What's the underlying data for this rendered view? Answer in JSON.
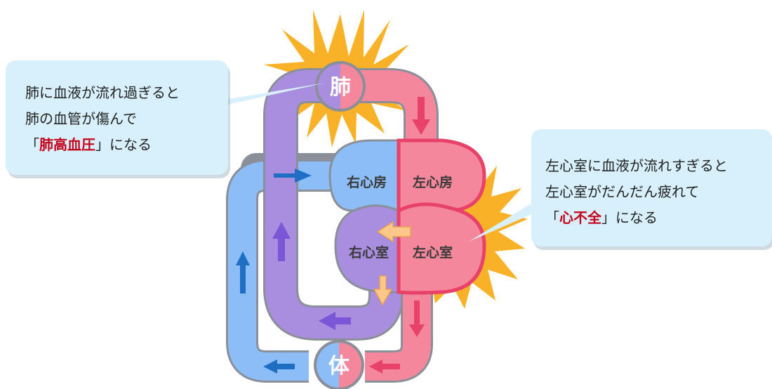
{
  "organs": {
    "lung": "肺",
    "body": "体"
  },
  "chambers": {
    "right_atrium": "右心房",
    "left_atrium": "左心房",
    "right_ventricle": "右心室",
    "left_ventricle": "左心室"
  },
  "callout_left": {
    "line1": "肺に血液が流れ過ぎると",
    "line2": "肺の血管が傷んで",
    "open_bracket": "「",
    "highlight": "肺高血圧",
    "close_rest": "」になる"
  },
  "callout_right": {
    "line1": "左心室に血液が流れすぎると",
    "line2": "左心室がだんだん疲れて",
    "open_bracket": "「",
    "highlight": "心不全",
    "close_rest": "」になる"
  },
  "colors": {
    "arterial_red": "#f4879c",
    "venous_purple": "#a98ee0",
    "blue_vessel": "#8cbdf6",
    "burst_orange": "#f9b127",
    "callout_bg": "#d8f0fb",
    "highlight_text": "#c4001a"
  }
}
